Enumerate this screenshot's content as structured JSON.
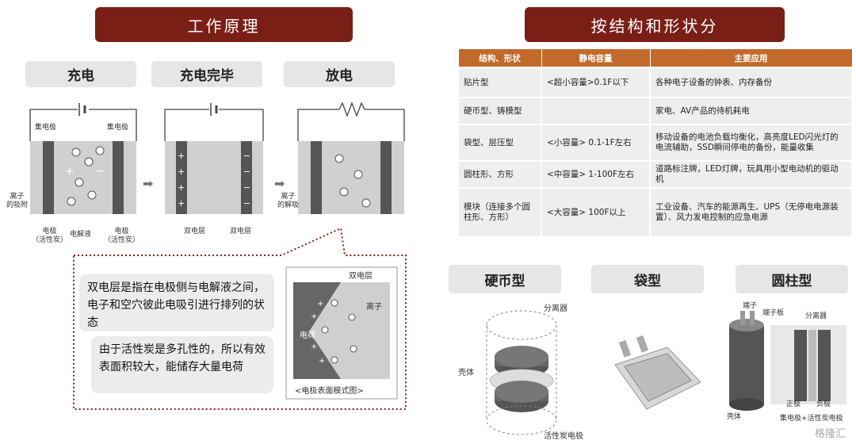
{
  "left": {
    "title": "工作原理",
    "stages": [
      "充电",
      "充电完毕",
      "放电"
    ],
    "labels": {
      "collector_left": "集电极",
      "collector_right": "集电极",
      "ion_adsorption": "离子\n的吸附",
      "ion_desorption": "离子\n的解吸",
      "electrode_left": "电极\n（活性炭）",
      "electrolyte": "电解液",
      "electrode_right": "电极\n（活性炭）",
      "double_layer_1": "双电层",
      "double_layer_2": "双电层"
    },
    "note1": "双电层是指在电极侧与电解液之间，电子和空穴彼此电吸引进行排列的状态",
    "note2": "由于活性炭是多孔性的，所以有效表面积较大，能储存大量电荷",
    "inset": {
      "double_layer": "双电层",
      "ion": "离子",
      "charge": "电荷",
      "caption": "<电极表面模式图>"
    }
  },
  "right": {
    "title": "按结构和形状分",
    "table": {
      "headers": [
        "结构、形状",
        "静电容量",
        "主要应用"
      ],
      "rows": [
        {
          "shape": "贴片型",
          "capacity": "<超小容量>0.1F以下",
          "app": "各种电子设备的钟表、内存备份"
        },
        {
          "shape": "硬币型、铸模型",
          "capacity": "",
          "app": "家电、AV产品的待机耗电"
        },
        {
          "shape": "袋型、层压型",
          "capacity": "<小容量> 0.1-1F左右",
          "app": "移动设备的电池负载均衡化，高亮度LED闪光灯的电流辅助，SSD瞬间停电的备份，能量收集"
        },
        {
          "shape": "圆柱形、方形",
          "capacity": "<中容量> 1-100F左右",
          "app": "道路标注牌，LED灯牌，玩具用小型电动机的驱动机"
        },
        {
          "shape": "模块（连接多个圆柱形、方形）",
          "capacity": "<大容量> 100F以上",
          "app": "工业设备、汽车的能源再生、UPS（无停电电源装置）、风力发电控制的应急电源"
        }
      ]
    },
    "types": [
      "硬币型",
      "袋型",
      "圆柱型"
    ],
    "coin_labels": {
      "separator": "分离器",
      "shell": "壳体",
      "electrode": "活性炭电极"
    },
    "cyl_labels": {
      "terminal": "端子",
      "terminal_plate": "端子板",
      "separator": "分离器",
      "shell": "壳体",
      "positive": "正极",
      "negative": "负极",
      "collector": "集电极+活性炭电极"
    }
  },
  "watermark": "格隆汇"
}
